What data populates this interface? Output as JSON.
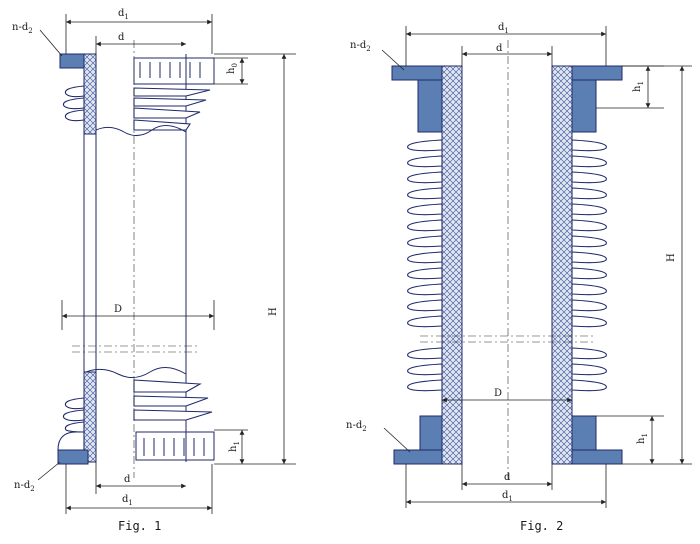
{
  "figures": [
    {
      "caption": "Fig. 1",
      "labels": {
        "n_d2_top": "n-d",
        "n_d2_top_sub": "2",
        "d1_top": "d",
        "d1_top_sub": "1",
        "d_top": "d",
        "h0": "h",
        "h0_sub": "0",
        "H": "H",
        "D": "D",
        "h1": "h",
        "h1_sub": "1",
        "n_d2_bottom": "n-d",
        "n_d2_bottom_sub": "2",
        "d_bottom": "d",
        "d1_bottom": "d",
        "d1_bottom_sub": "1"
      }
    },
    {
      "caption": "Fig. 2",
      "labels": {
        "n_d2_top": "n-d",
        "n_d2_top_sub": "2",
        "d1_top": "d",
        "d1_top_sub": "1",
        "d_top": "d",
        "h1_top": "h",
        "h1_top_sub": "1",
        "H": "H",
        "D": "D",
        "n_d2_bottom": "n-d",
        "n_d2_bottom_sub": "2",
        "h1_bottom": "h",
        "h1_bottom_sub": "1",
        "d_bottom": "d",
        "d1_bottom": "d",
        "d1_bottom_sub": "1"
      }
    }
  ],
  "colors": {
    "line": "#1f2a6b",
    "flange_fill": "#5b7fb3",
    "hatch": "#3a4f8f"
  }
}
